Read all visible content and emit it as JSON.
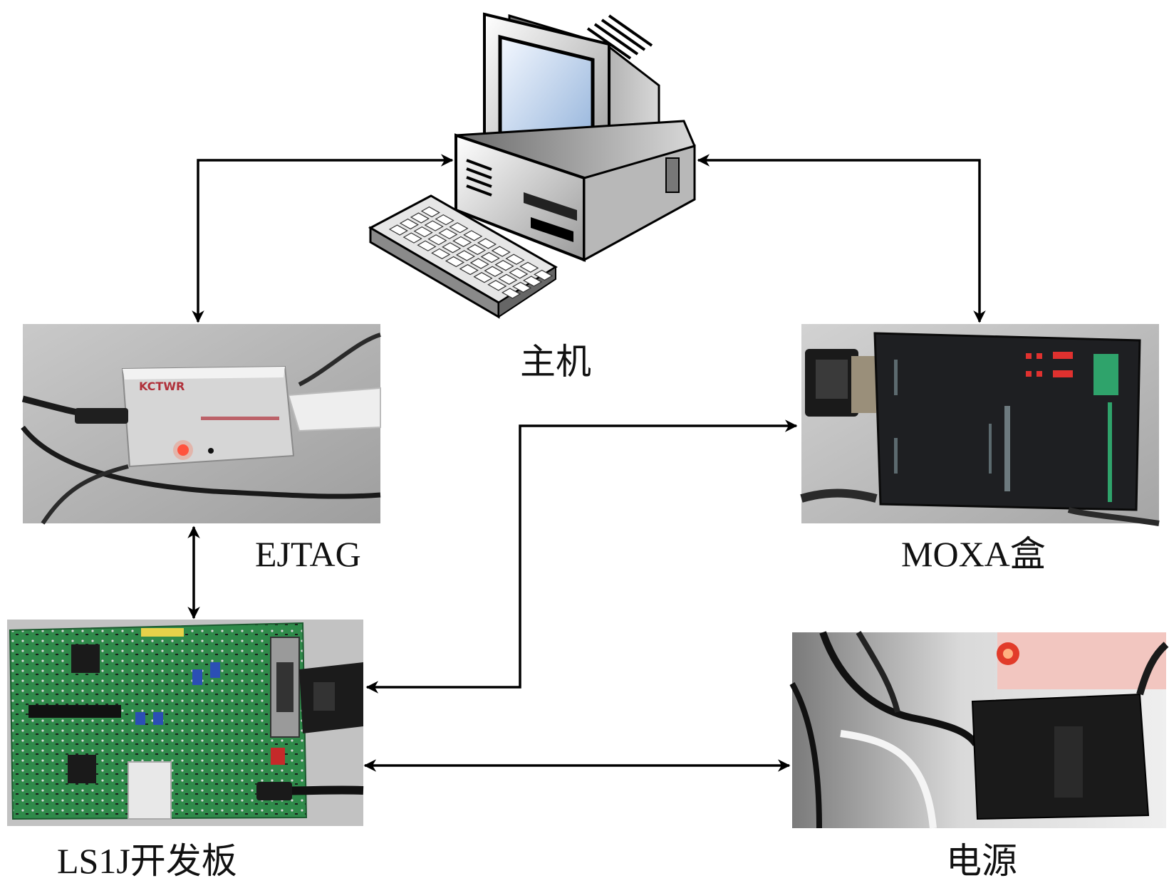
{
  "labels": {
    "host": "主机",
    "ejtag": "EJTAG",
    "moxa": "MOXA盒",
    "board": "LS1J开发板",
    "power": "电源"
  },
  "ejtag_device": {
    "brand_text": "KCTWR",
    "led": "red"
  },
  "colors": {
    "arrow": "#000000",
    "board_green": "#2f8a4a",
    "moxa_body": "#1e1f22",
    "moxa_green": "#2fa36b",
    "power_red": "#e23b2a",
    "photo_bg": "#b9b9b9"
  },
  "connections": [
    {
      "from": "host",
      "to": "ejtag",
      "direction": "both"
    },
    {
      "from": "host",
      "to": "moxa",
      "direction": "both"
    },
    {
      "from": "ejtag",
      "to": "board",
      "direction": "both"
    },
    {
      "from": "board",
      "to": "moxa",
      "direction": "both"
    },
    {
      "from": "board",
      "to": "power",
      "direction": "both"
    }
  ]
}
